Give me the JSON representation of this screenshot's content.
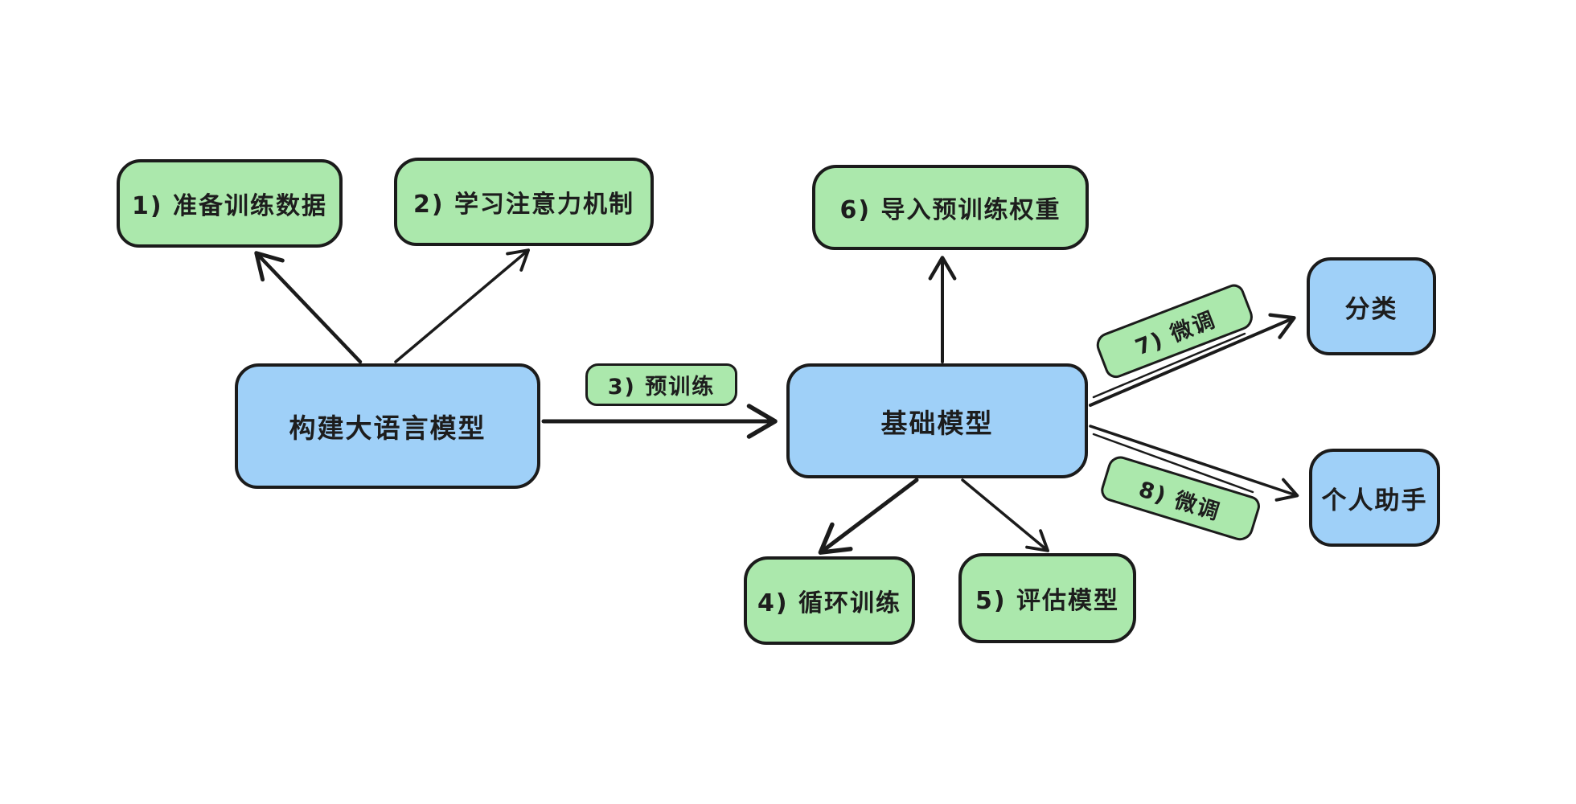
{
  "diagram": {
    "background": "#ffffff",
    "colors": {
      "node_green": "#abe8ac",
      "node_blue": "#9fd0f8",
      "stroke": "#1b1b1b",
      "text": "#1d1d1d"
    },
    "nodes": {
      "prepare_data": {
        "label": "1) 准备训练数据",
        "type": "step"
      },
      "attention": {
        "label": "2) 学习注意力机制",
        "type": "step"
      },
      "pretrain": {
        "label": "3) 预训练",
        "type": "step"
      },
      "build_llm": {
        "label": "构建大语言模型",
        "type": "entity"
      },
      "base_model": {
        "label": "基础模型",
        "type": "entity"
      },
      "load_weights": {
        "label": "6) 导入预训练权重",
        "type": "step"
      },
      "finetune_7": {
        "label": "7) 微调",
        "type": "step"
      },
      "finetune_8": {
        "label": "8) 微调",
        "type": "step"
      },
      "classify": {
        "label": "分类",
        "type": "entity"
      },
      "assistant": {
        "label": "个人助手",
        "type": "entity"
      },
      "loop_train": {
        "label": "4) 循环训练",
        "type": "step"
      },
      "evaluate": {
        "label": "5) 评估模型",
        "type": "step"
      }
    }
  }
}
